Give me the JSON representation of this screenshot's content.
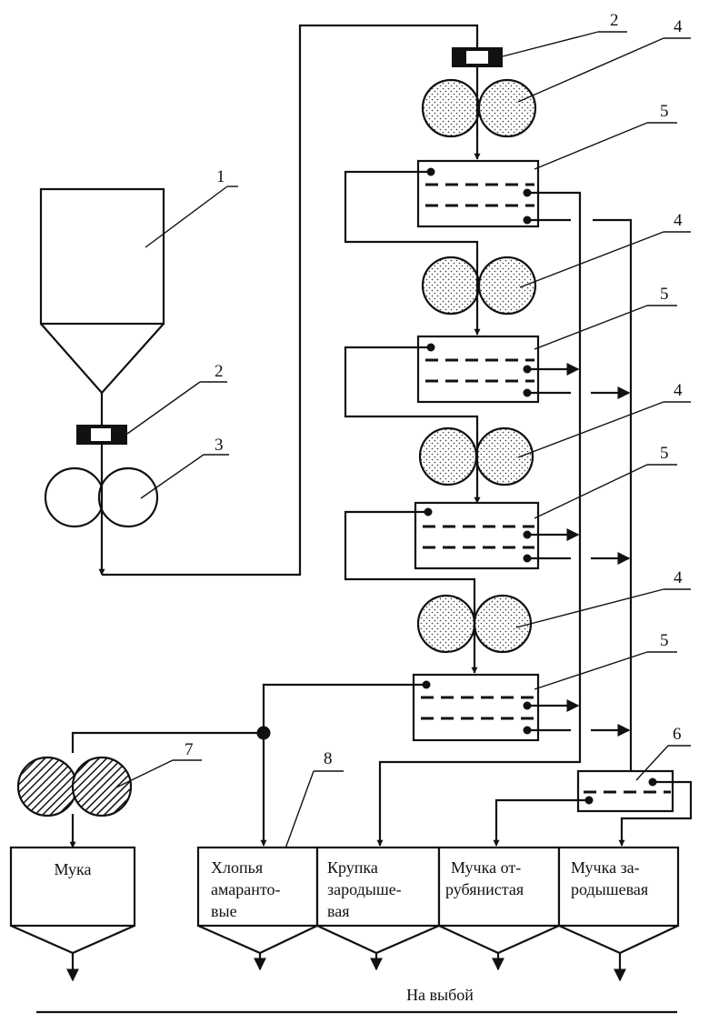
{
  "numbers": {
    "n1": "1",
    "n2_top": "2",
    "n2_left": "2",
    "n3": "3",
    "n4_a": "4",
    "n4_b": "4",
    "n4_c": "4",
    "n4_d": "4",
    "n5_a": "5",
    "n5_b": "5",
    "n5_c": "5",
    "n5_d": "5",
    "n6": "6",
    "n7": "7",
    "n8": "8"
  },
  "bins": {
    "muka": [
      "Мука"
    ],
    "khlopya": [
      "Хлопья",
      "амаранто-",
      "вые"
    ],
    "krupka": [
      "Крупка",
      "зародыше-",
      "вая"
    ],
    "muchka_otrub": [
      "Мучка от-",
      "рубянистая"
    ],
    "muchka_zarod": [
      "Мучка за-",
      "родышевая"
    ]
  },
  "footer": {
    "label": "На выбой"
  },
  "colors": {
    "ink": "#111111",
    "paper": "#ffffff"
  },
  "icons": {
    "rolls_dotted": "stippled-roll-pair",
    "rolls_plain": "plain-roll-pair",
    "rolls_hatched": "hatched-roll-pair",
    "doser": "dosing-device",
    "arrow": "flow-arrow"
  }
}
